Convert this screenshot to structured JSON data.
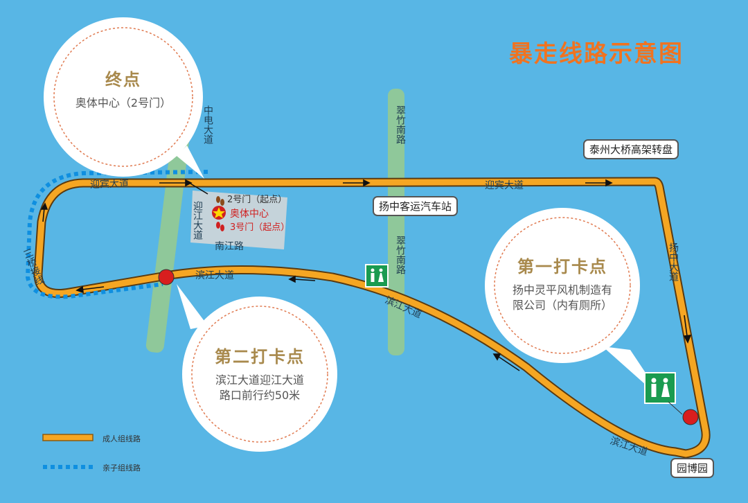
{
  "title": "暴走线路示意图",
  "colors": {
    "water": "#58b6e5",
    "adult_route": "#f5a623",
    "family_route": "#1f8ad6",
    "green_road": "#8fc89a"
  },
  "roads": {
    "yingbin_left": "迎宾大道",
    "yingbin_right": "迎宾大道",
    "zhongdian": "中电大道",
    "yingjiang": "迎江大道",
    "nanjiang": "南江路",
    "cuizhu_top": "翠竹南路",
    "cuizhu_bottom": "翠竹南路",
    "yangzhong": "扬中大道",
    "binjiang_left": "滨江大道",
    "binjiang_mid": "滨江大道",
    "binjiang_bottom": "滨江大道",
    "sanqiao": "三桥接线"
  },
  "callouts": {
    "bridge": "泰州大桥高架转盘",
    "bus_station": "扬中客运汽车站",
    "expo_park": "园博园"
  },
  "venue": {
    "gate2": "2号门（起点）",
    "center": "奥体中心",
    "gate3": "3号门（起点）"
  },
  "circles": {
    "finish": {
      "title": "终点",
      "desc": "奥体中心（2号门）"
    },
    "checkpoint1": {
      "title": "第一打卡点",
      "desc1": "扬中灵平风机制造有",
      "desc2": "限公司（内有厕所）"
    },
    "checkpoint2": {
      "title": "第二打卡点",
      "desc1": "滨江大道迎江大道",
      "desc2": "路口前行约50米"
    }
  },
  "legend": {
    "adult": "成人组线路",
    "family": "亲子组线路"
  },
  "icons": [
    "toilet-icon",
    "star-icon",
    "footprint-icon",
    "stop-marker-icon"
  ]
}
